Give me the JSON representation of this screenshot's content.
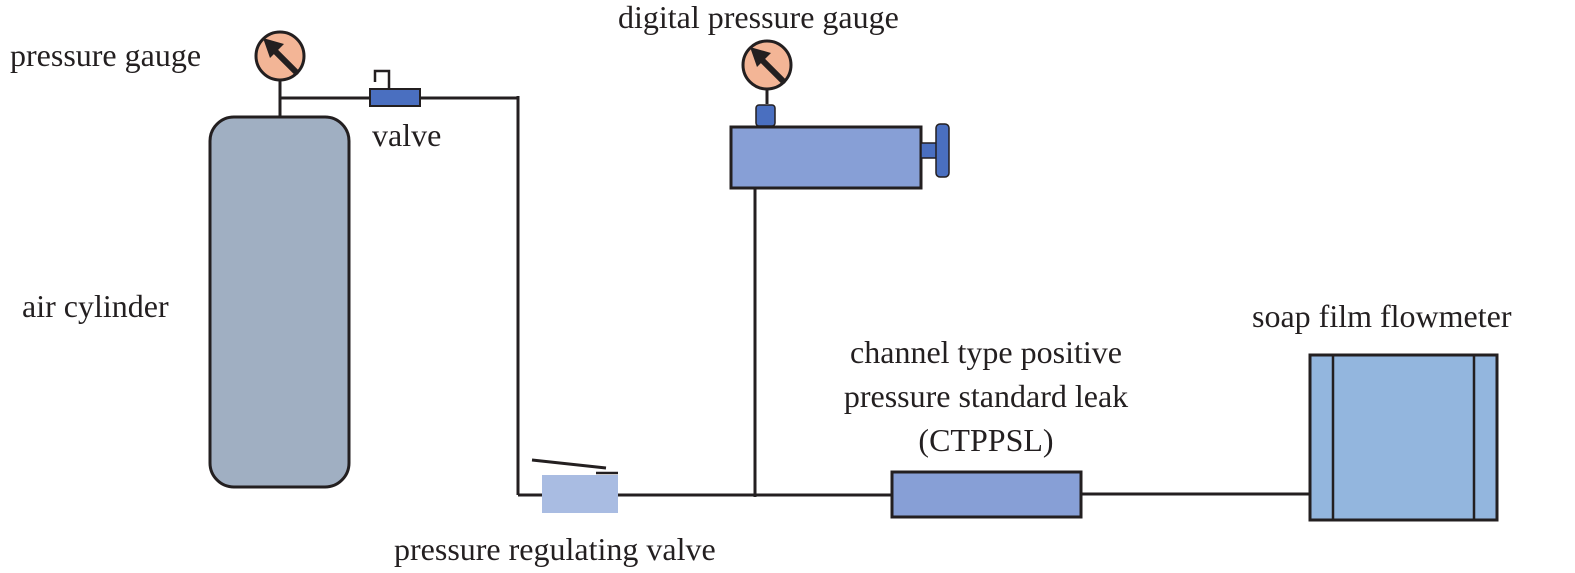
{
  "labels": {
    "pressure_gauge": "pressure gauge",
    "valve": "valve",
    "air_cylinder": "air cylinder",
    "digital_pressure_gauge": "digital pressure gauge",
    "pressure_regulating_valve": "pressure regulating valve",
    "leak_line1": "channel type positive",
    "leak_line2": "pressure standard leak",
    "leak_line3": "(CTPPSL)",
    "soap_film_flowmeter": "soap film flowmeter"
  },
  "colors": {
    "line": "#231f20",
    "cylinder": "#a0afc2",
    "gauge_face": "#f3b596",
    "valve_blue": "#4a6fc0",
    "digital_gauge_body": "#879fd6",
    "regulating_valve": "#a9bce2",
    "leak_body": "#879fd6",
    "flowmeter": "#93b6de"
  },
  "icons": {
    "gauge": "pressure-gauge-icon",
    "valve": "valve-icon"
  }
}
